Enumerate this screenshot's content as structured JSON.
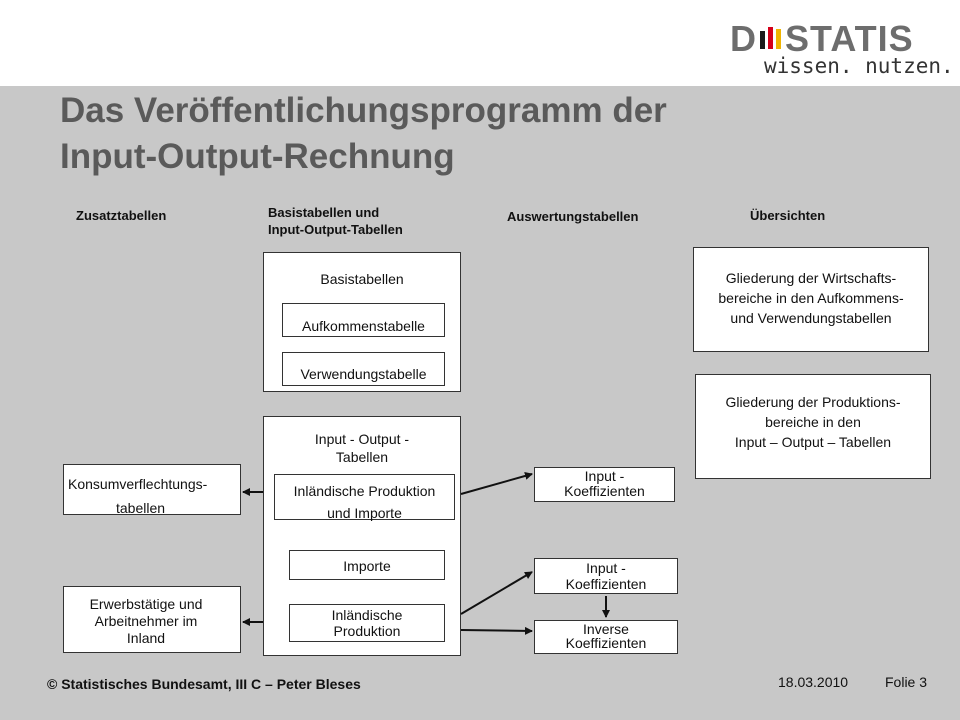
{
  "header": {
    "logo_text_pre": "D",
    "logo_text_post": "STATIS",
    "logo_tagline": "wissen. nutzen.",
    "logo_bar_colors": [
      "#1a1a1a",
      "#d4001a",
      "#f0b400"
    ],
    "title_line1": "Das Veröffentlichungsprogramm der",
    "title_line2": "Input-Output-Rechnung"
  },
  "columns": {
    "zusatz": "Zusatztabellen",
    "basis_line1": "Basistabellen  und",
    "basis_line2": "Input-Output-Tabellen",
    "auswertung": "Auswertungstabellen",
    "uebersicht": "Übersichten"
  },
  "basis_group": {
    "label": "Basistabellen",
    "aufkommen": "Aufkommenstabelle",
    "verwendung": "Verwendungstabelle"
  },
  "io_group": {
    "label_line1": "Input - Output -",
    "label_line2": "Tabellen",
    "inl_prod_importe_line1": "Inländische Produktion",
    "inl_prod_importe_line2": "und Importe",
    "importe": "Importe",
    "inl_prod_line1": "Inländische",
    "inl_prod_line2": "Produktion"
  },
  "zusatz_boxes": {
    "konsum_line1": "Konsumverflechtungs-",
    "konsum_line2": "tabellen",
    "erwerb_line1": "Erwerbstätige und",
    "erwerb_line2": "Arbeitnehmer  im",
    "erwerb_line3": "Inland"
  },
  "auswertung_boxes": {
    "input_koeff1_line1": "Input -",
    "input_koeff1_line2": "Koeffizienten",
    "input_koeff2_line1": "Input -",
    "input_koeff2_line2": "Koeffizienten",
    "inverse_line1": "Inverse",
    "inverse_line2": "Koeffizienten"
  },
  "uebersicht_boxes": {
    "gliederung1_line1": "Gliederung  der Wirtschafts-",
    "gliederung1_line2": "bereiche in den Aufkommens-",
    "gliederung1_line3": "und Verwendungstabellen",
    "gliederung2_line1": "Gliederung  der Produktions-",
    "gliederung2_line2": "bereiche in den",
    "gliederung2_line3": "Input – Output – Tabellen"
  },
  "footer": {
    "copyright": "© Statistisches Bundesamt, III C – Peter Bleses",
    "date": "18.03.2010",
    "slide": "Folie 3"
  }
}
